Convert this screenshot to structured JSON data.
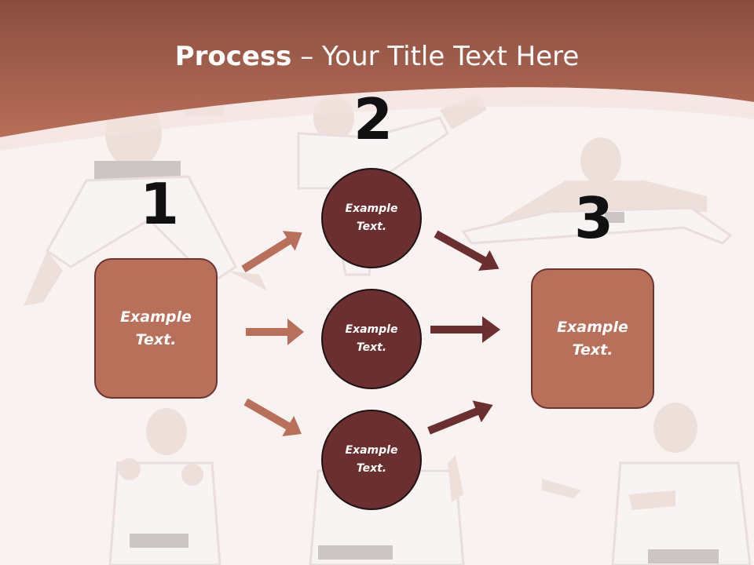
{
  "title": {
    "bold": "Process",
    "rest": " – Your Title Text Here"
  },
  "steps": {
    "one": "1",
    "two": "2",
    "three": "3"
  },
  "boxes": {
    "left": {
      "line1": "Example",
      "line2": "Text."
    },
    "right": {
      "line1": "Example",
      "line2": "Text."
    }
  },
  "circles": {
    "top": {
      "line1": "Example",
      "line2": "Text."
    },
    "middle": {
      "line1": "Example",
      "line2": "Text."
    },
    "bottom": {
      "line1": "Example",
      "line2": "Text."
    }
  },
  "colors": {
    "header": "#a86050",
    "box_fill": "#b8705a",
    "box_border": "#6e3430",
    "circle_fill": "#6a2f2e",
    "arrow_light": "#b8705a",
    "arrow_dark": "#6a2f2e"
  }
}
